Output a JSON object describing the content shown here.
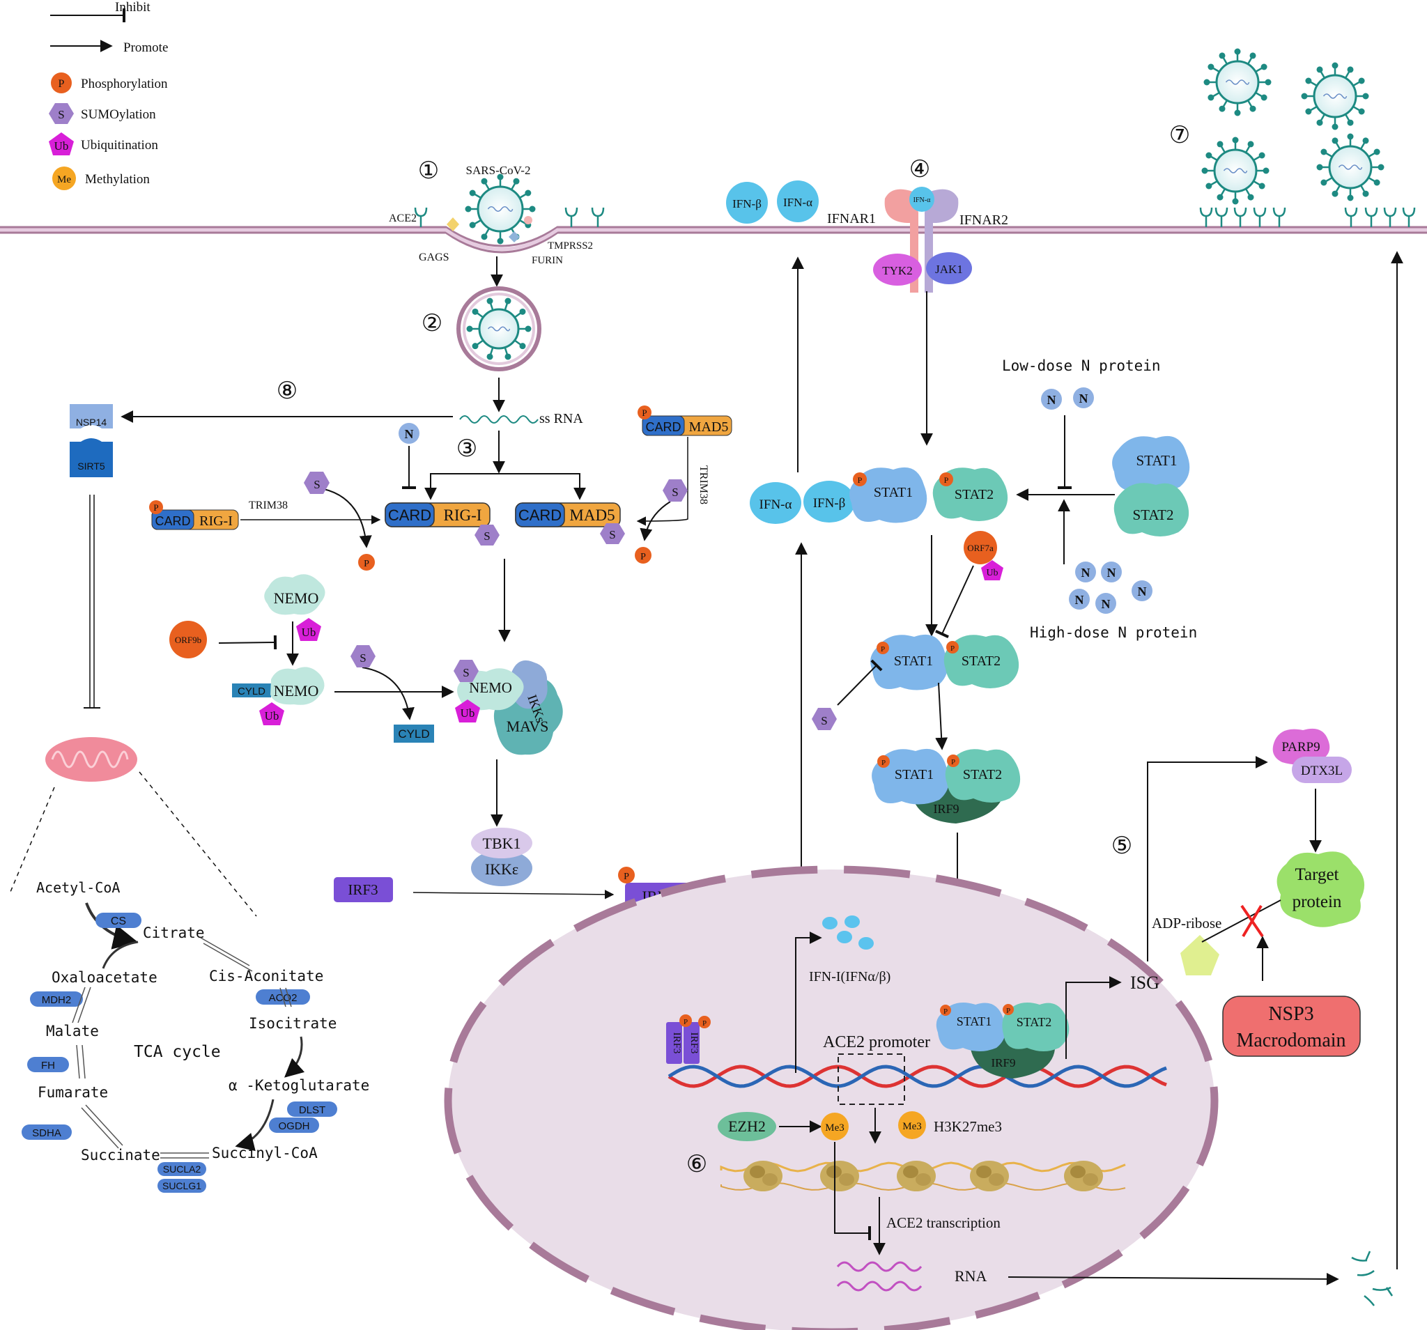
{
  "legend": {
    "inhibit": "Inhibit",
    "promote": "Promote",
    "phosphorylation": "Phosphorylation",
    "sumoylation": "SUMOylation",
    "ubiquitination": "Ubiquitination",
    "methylation": "Methylation",
    "sym_p": "P",
    "sym_s": "S",
    "sym_ub": "Ub",
    "sym_me": "Me"
  },
  "steps": {
    "s1": "①",
    "s2": "②",
    "s3": "③",
    "s4": "④",
    "s5": "⑤",
    "s6": "⑥",
    "s7": "⑦",
    "s8": "⑧"
  },
  "entry": {
    "virus": "SARS-CoV-2",
    "ace2": "ACE2",
    "gags": "GAGS",
    "tmprss2": "TMPRSS2",
    "furin": "FURIN",
    "ssrna": "ss RNA"
  },
  "rlr": {
    "card": "CARD",
    "rigi": "RIG-I",
    "mad5": "MAD5",
    "trim38": "TRIM38",
    "n": "N",
    "p": "P",
    "s": "S"
  },
  "nfkb": {
    "nemo": "NEMO",
    "cyld": "CYLD",
    "orf9b": "ORF9b",
    "ub": "Ub",
    "ikks": "IKKs",
    "mavs": "MAVS",
    "tbk1": "TBK1",
    "ikke": "IKKε",
    "irf3": "IRF3"
  },
  "mito": {
    "nsp14": "NSP14",
    "sirt5": "SIRT5",
    "acetylcoa": "Acetyl-CoA",
    "cs": "CS",
    "citrate": "Citrate",
    "oxaloacetate": "Oxaloacetate",
    "cisaconitate": "Cis-Aconitate",
    "mdh2": "MDH2",
    "aco2": "ACO2",
    "malate": "Malate",
    "isocitrate": "Isocitrate",
    "tca": "TCA cycle",
    "fh": "FH",
    "fumarate": "Fumarate",
    "akg": "α -Ketoglutarate",
    "dlst": "DLST",
    "ogdh": "OGDH",
    "sdha": "SDHA",
    "succinate": "Succinate",
    "succinylcoa": "Succinyl-CoA",
    "sucla2": "SUCLA2",
    "suclg1": "SUCLG1"
  },
  "ifn": {
    "ifnb": "IFN-β",
    "ifna": "IFN-α",
    "ifnar1": "IFNAR1",
    "ifnar2": "IFNAR2",
    "ifna_small": "IFN-α",
    "tyk2": "TYK2",
    "jak1": "JAK1",
    "stat1": "STAT1",
    "stat2": "STAT2",
    "irf9": "IRF9",
    "orf7a": "ORF7a",
    "low_dose": "Low-dose N protein",
    "high_dose": "High-dose N protein",
    "n": "N"
  },
  "nucleus": {
    "ifn_i": "IFN-I(IFNα/β)",
    "ace2_promoter": "ACE2 promoter",
    "ezh2": "EZH2",
    "me3": "Me3",
    "h3k27me3": "H3K27me3",
    "ace2_transcription": "ACE2 transcription",
    "rna": "RNA",
    "isg": "ISG"
  },
  "isg": {
    "parp9": "PARP9",
    "dtx3l": "DTX3L",
    "target_line1": "Target",
    "target_line2": "protein",
    "adp_ribose": "ADP-ribose",
    "nsp3_line1": "NSP3",
    "nsp3_line2": "Macrodomain"
  },
  "colors": {
    "membrane": "#a87a99",
    "virus_teal": "#1d8a82",
    "card_blue": "#2f6fc9",
    "orange_domain": "#f0a640",
    "sumo_purple": "#9e7fc9",
    "ub_magenta": "#d81fd8",
    "phospho_orange": "#e8601f",
    "methyl_orange": "#f5a623",
    "stat_blue": "#7fb6ea",
    "stat2_teal": "#6cc9b6",
    "irf9_green": "#2f6b50",
    "irf3_purple": "#7a4fd6",
    "nucleus_fill": "#e9dde8",
    "nsp3_red": "#ef6f6f"
  }
}
